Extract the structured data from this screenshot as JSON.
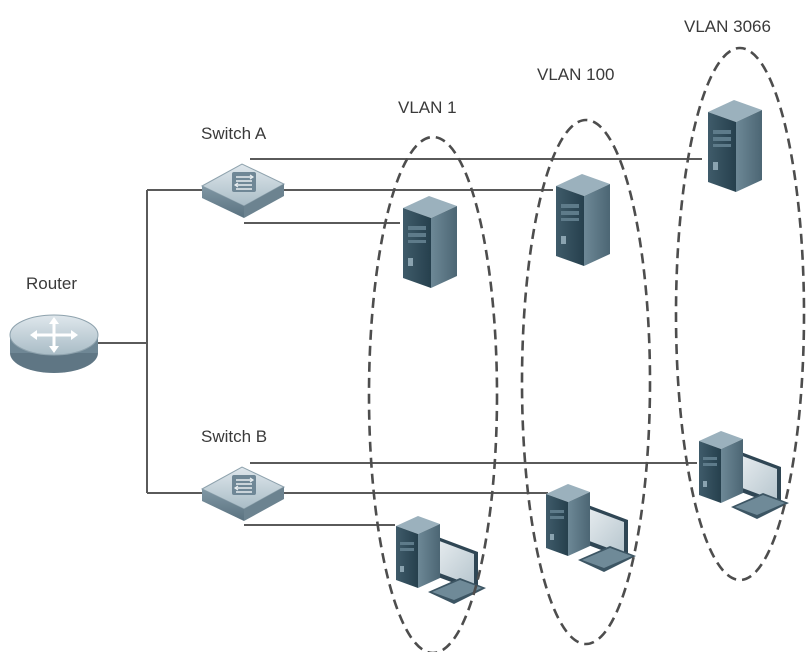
{
  "labels": {
    "router": "Router",
    "switch_a": "Switch A",
    "switch_b": "Switch B",
    "vlan_1": "VLAN 1",
    "vlan_100": "VLAN 100",
    "vlan_3066": "VLAN 3066"
  },
  "colors": {
    "line": "#5a5a5a",
    "dash": "#4d4d4d",
    "device_dark": "#2f4a58",
    "device_light": "#7e98a6",
    "switch_body": "#9fb2bd",
    "router_body": "#a7b9c3"
  },
  "icons": {
    "router": "router-icon",
    "switches": "switch-icon",
    "servers": "server-tower-icon",
    "workstations": "desktop-pc-icon"
  }
}
